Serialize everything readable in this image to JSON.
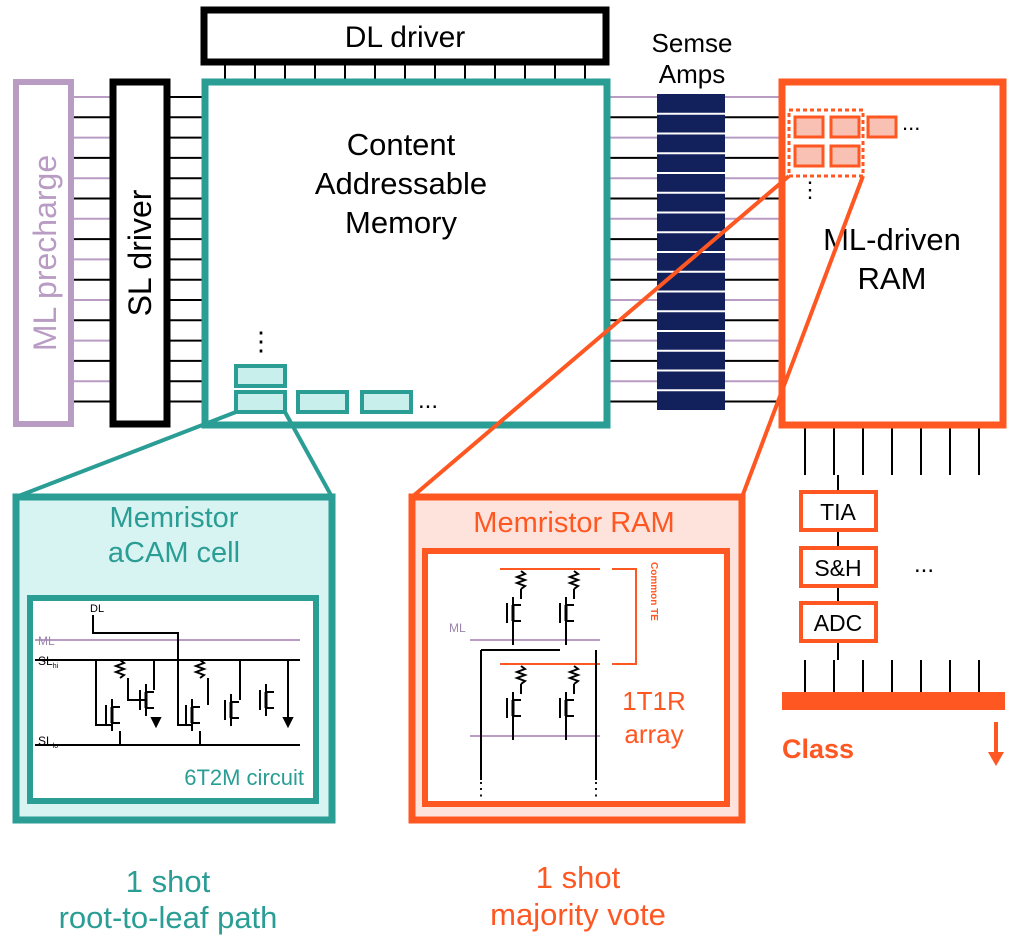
{
  "colors": {
    "teal": "#2a9d95",
    "teal_fill": "#d7f3f2",
    "teal_cell": "#c9efec",
    "orange": "#ff5722",
    "orange_fill": "#fde3dc",
    "orange_cell": "#f9c1b3",
    "purple": "#b89cc4",
    "navy": "#12215b",
    "black": "#000000"
  },
  "labels": {
    "dl_driver": "DL driver",
    "sense_amps_1": "Semse",
    "sense_amps_2": "Amps",
    "ml_precharge": "ML precharge",
    "sl_driver": "SL driver",
    "cam_1": "Content",
    "cam_2": "Addressable",
    "cam_3": "Memory",
    "ram_1": "ML-driven",
    "ram_2": "RAM",
    "ellipsis": "...",
    "vdots": "⋮"
  },
  "acam_panel": {
    "title_1": "Memristor",
    "title_2": "aCAM cell",
    "dl": "DL",
    "ml": "ML",
    "sl_hi": "SL",
    "sl_hi_sub": "hi",
    "sl_lo": "SL",
    "sl_lo_sub": "lo",
    "circuit": "6T2M circuit"
  },
  "ram_panel": {
    "title": "Memristor RAM",
    "ml": "ML",
    "common_te": "Common TE",
    "array_1": "1T1R",
    "array_2": "array"
  },
  "readout": {
    "tia": "TIA",
    "sh": "S&H",
    "adc": "ADC",
    "class_label": "Class"
  },
  "captions": {
    "left_1": "1 shot",
    "left_2": "root-to-leaf path",
    "middle_1": "1 shot",
    "middle_2": "majority vote"
  }
}
